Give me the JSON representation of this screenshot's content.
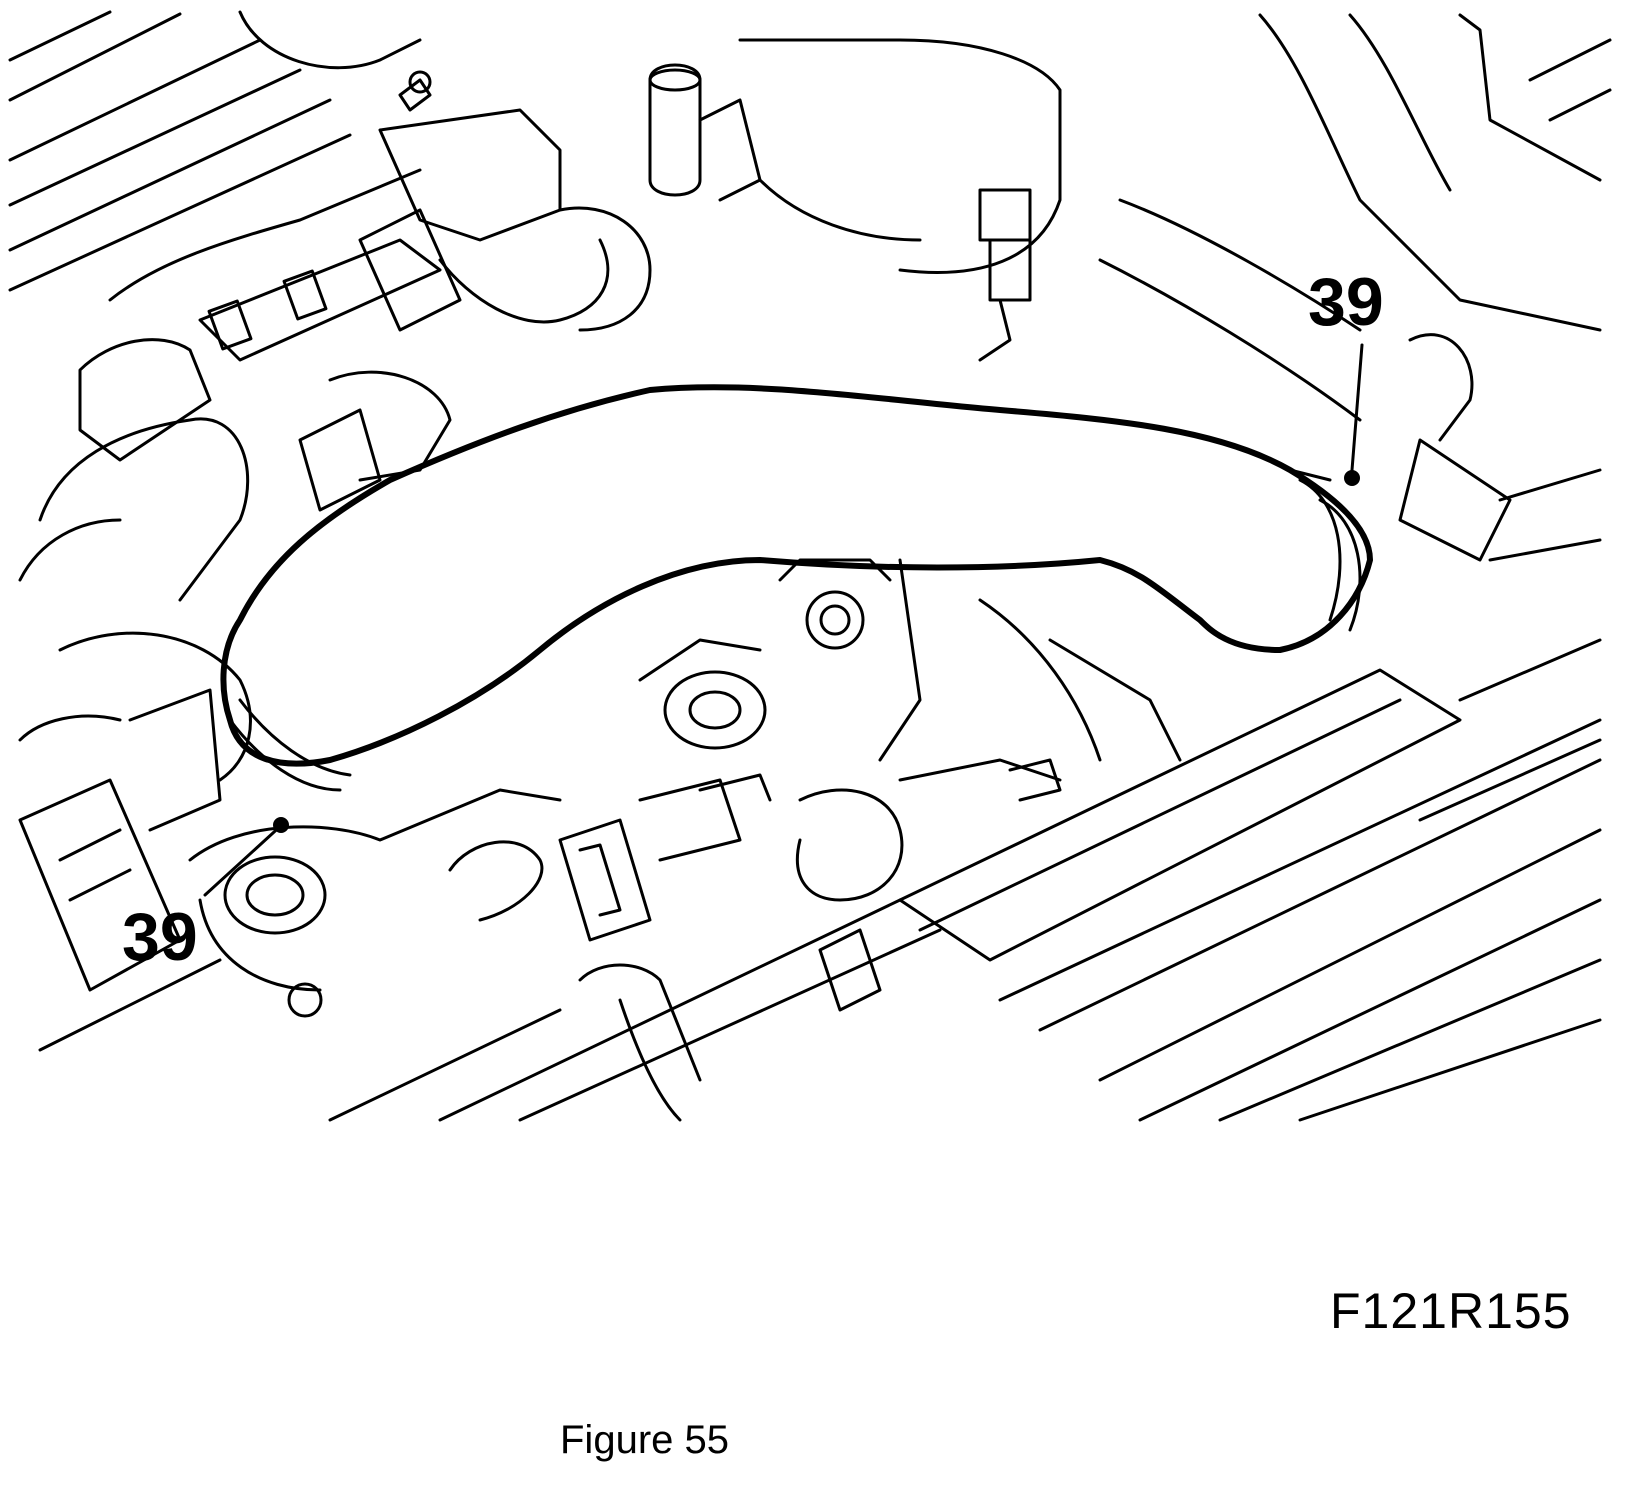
{
  "callouts": [
    {
      "label": "39"
    },
    {
      "label": "39"
    }
  ],
  "reference_code": "F121R155",
  "caption": "Figure 55"
}
